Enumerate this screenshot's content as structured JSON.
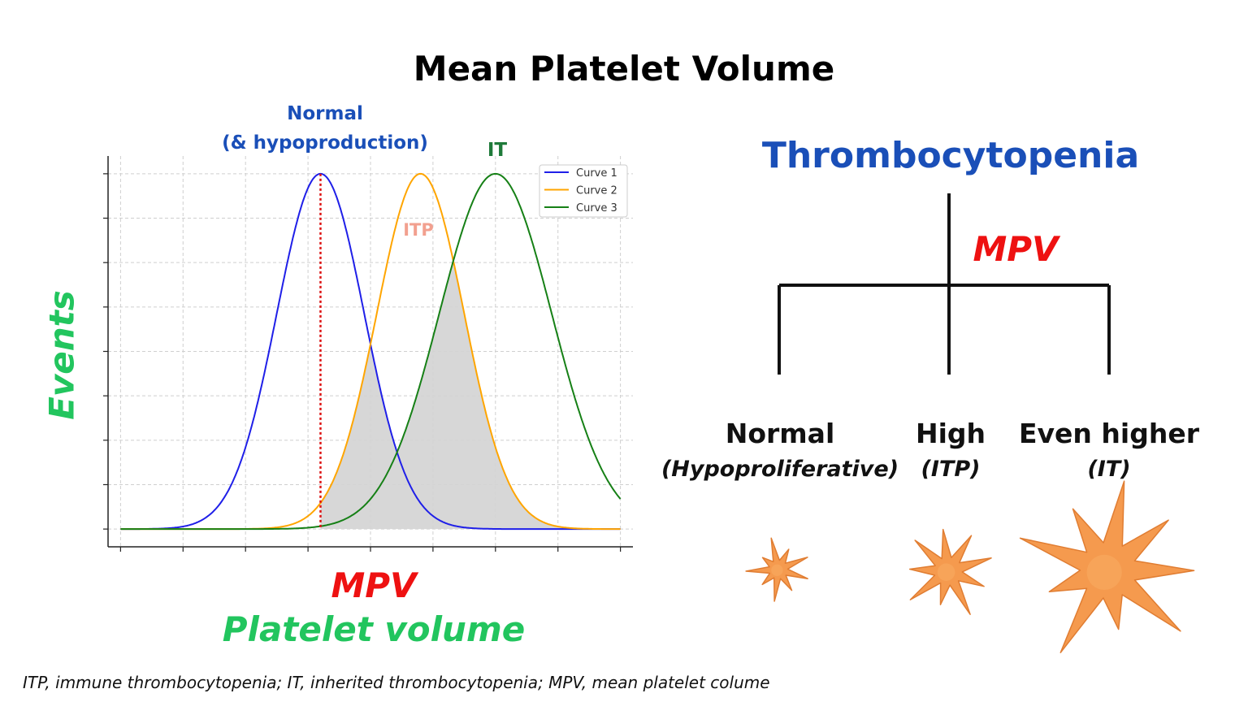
{
  "title": "Mean Platelet Volume",
  "plot": {
    "annotations": {
      "normal_line1": "Normal",
      "normal_line2": "(& hypoproduction)",
      "itp": "ITP",
      "it": "IT"
    },
    "ylabel": "Events",
    "xlabel_mpv": "MPV",
    "xlabel_volume": "Platelet volume",
    "legend": [
      "Curve 1",
      "Curve 2",
      "Curve 3"
    ],
    "colors": {
      "curve1": "#1f1fe8",
      "curve2": "#ffa500",
      "curve3": "#168016",
      "overlap_fill": "#d3d3d3",
      "mean_line": "#dd1111"
    }
  },
  "chart_data": {
    "type": "line",
    "x_range": [
      -0.2,
      8.2
    ],
    "y_range": [
      -0.05,
      1.05
    ],
    "grid": true,
    "legend_position": "top-right",
    "series": [
      {
        "name": "Curve 1",
        "mean": 3.2,
        "sd": 0.7,
        "peak": 1.0
      },
      {
        "name": "Curve 2",
        "mean": 4.8,
        "sd": 0.7,
        "peak": 1.0
      },
      {
        "name": "Curve 3",
        "mean": 6.0,
        "sd": 0.9,
        "peak": 1.0
      }
    ],
    "mean_marker_x": 3.2,
    "shaded_overlap": "under curves 2 and 3, right of x = 3.2"
  },
  "tree": {
    "title": "Thrombocytopenia",
    "branch_label": "MPV",
    "categories": [
      {
        "name": "Normal",
        "sub": "(Hypoproliferative)"
      },
      {
        "name": "High",
        "sub": "(ITP)"
      },
      {
        "name": "Even higher",
        "sub": "(IT)"
      }
    ],
    "platelet_color": "#f59a4e"
  },
  "footnote": "ITP, immune thrombocytopenia; IT, inherited thrombocytopenia; MPV, mean platelet colume"
}
